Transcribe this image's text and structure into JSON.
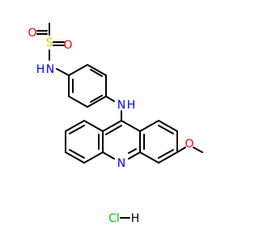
{
  "molecule": {
    "atoms": {
      "s": "S",
      "o_top": "O",
      "o_right": "O",
      "nh_sulfonamide": "N",
      "nh_sulfonamide_h": "H",
      "nh_amine": "N",
      "nh_amine_h": "H",
      "n_acridine": "N",
      "o_methoxy": "O"
    },
    "salt": {
      "cl": "Cl",
      "h": "H"
    },
    "colors": {
      "bond": "#000000",
      "nitrogen": "#0000ff",
      "oxygen": "#ff0000",
      "sulfur": "#cccc00",
      "chlorine": "#00cc00"
    }
  }
}
